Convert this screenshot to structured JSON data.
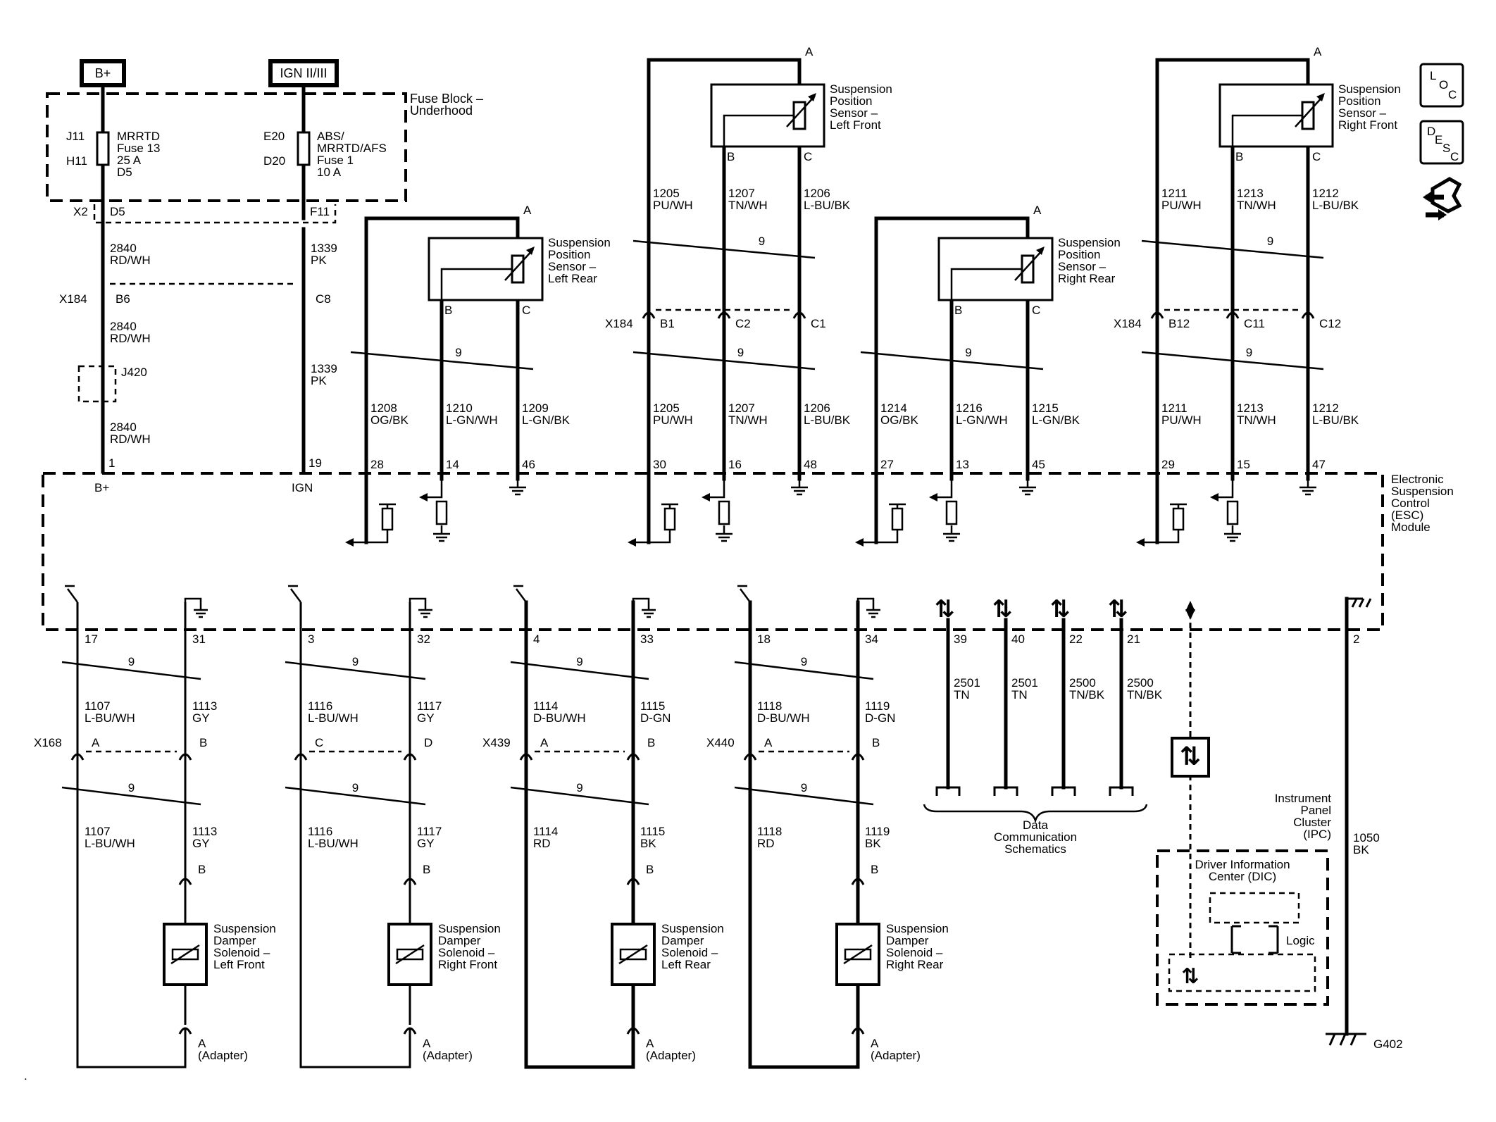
{
  "diagram": {
    "power": {
      "bplus_label": "B+",
      "ign_label": "IGN II/III",
      "fuse_block_label": [
        "Fuse Block –",
        "Underhood"
      ],
      "fuse1": {
        "pins": [
          "J11",
          "H11"
        ],
        "text": [
          "MRRTD",
          "Fuse 13",
          "25 A",
          "D5"
        ]
      },
      "fuse2": {
        "pins": [
          "E20",
          "D20"
        ],
        "text": [
          "ABS/",
          "MRRTD/AFS",
          "Fuse 1",
          "10 A"
        ]
      },
      "connector_x2": "X2",
      "x2_pins": [
        "D5",
        "F11"
      ],
      "circuit_2840": [
        "2840",
        "RD/WH"
      ],
      "circuit_1339": [
        "1339",
        "PK"
      ],
      "connector_x184": "X184",
      "x184_pins": [
        "B6",
        "C8"
      ],
      "splice": "J420",
      "esc_pins": [
        {
          "num": "1",
          "name": "B+"
        },
        {
          "num": "19",
          "name": "IGN"
        }
      ]
    },
    "sensors": [
      {
        "name": [
          "Suspension",
          "Position",
          "Sensor –",
          "Left Rear"
        ],
        "terminals": [
          "A",
          "B",
          "C"
        ],
        "twist": "9",
        "circuits": [
          [
            "1208",
            "OG/BK"
          ],
          [
            "1210",
            "L-GN/WH"
          ],
          [
            "1209",
            "L-GN/BK"
          ]
        ],
        "esc_pins": [
          "28",
          "14",
          "46"
        ]
      },
      {
        "name": [
          "Suspension",
          "Position",
          "Sensor –",
          "Left Front"
        ],
        "terminals": [
          "A",
          "B",
          "C"
        ],
        "twist": "9",
        "upper_circuits": [
          [
            "1205",
            "PU/WH"
          ],
          [
            "1207",
            "TN/WH"
          ],
          [
            "1206",
            "L-BU/BK"
          ]
        ],
        "connector": "X184",
        "connector_pins": [
          "B1",
          "C2",
          "C1"
        ],
        "circuits": [
          [
            "1205",
            "PU/WH"
          ],
          [
            "1207",
            "TN/WH"
          ],
          [
            "1206",
            "L-BU/BK"
          ]
        ],
        "esc_pins": [
          "30",
          "16",
          "48"
        ]
      },
      {
        "name": [
          "Suspension",
          "Position",
          "Sensor –",
          "Right Rear"
        ],
        "terminals": [
          "A",
          "B",
          "C"
        ],
        "twist": "9",
        "circuits": [
          [
            "1214",
            "OG/BK"
          ],
          [
            "1216",
            "L-GN/WH"
          ],
          [
            "1215",
            "L-GN/BK"
          ]
        ],
        "esc_pins": [
          "27",
          "13",
          "45"
        ]
      },
      {
        "name": [
          "Suspension",
          "Position",
          "Sensor –",
          "Right Front"
        ],
        "terminals": [
          "A",
          "B",
          "C"
        ],
        "twist": "9",
        "upper_circuits": [
          [
            "1211",
            "PU/WH"
          ],
          [
            "1213",
            "TN/WH"
          ],
          [
            "1212",
            "L-BU/BK"
          ]
        ],
        "connector": "X184",
        "connector_pins": [
          "B12",
          "C11",
          "C12"
        ],
        "circuits": [
          [
            "1211",
            "PU/WH"
          ],
          [
            "1213",
            "TN/WH"
          ],
          [
            "1212",
            "L-BU/BK"
          ]
        ],
        "esc_pins": [
          "29",
          "15",
          "47"
        ]
      }
    ],
    "esc_module_label": [
      "Electronic",
      "Suspension",
      "Control",
      "(ESC)",
      "Module"
    ],
    "dampers": [
      {
        "esc_pins": [
          "17",
          "31"
        ],
        "twist": "9",
        "circuits_upper": [
          [
            "1107",
            "L-BU/WH"
          ],
          [
            "1113",
            "GY"
          ]
        ],
        "connector": "X168",
        "connector_pins": [
          "A",
          "B"
        ],
        "circuits_lower": [
          [
            "1107",
            "L-BU/WH"
          ],
          [
            "1113",
            "GY"
          ]
        ],
        "terminals": [
          "B",
          "A"
        ],
        "adapter": "(Adapter)",
        "name": [
          "Suspension",
          "Damper",
          "Solenoid –",
          "Left Front"
        ]
      },
      {
        "esc_pins": [
          "3",
          "32"
        ],
        "twist": "9",
        "circuits_upper": [
          [
            "1116",
            "L-BU/WH"
          ],
          [
            "1117",
            "GY"
          ]
        ],
        "connector": "",
        "connector_pins": [
          "C",
          "D"
        ],
        "circuits_lower": [
          [
            "1116",
            "L-BU/WH"
          ],
          [
            "1117",
            "GY"
          ]
        ],
        "terminals": [
          "B",
          "A"
        ],
        "adapter": "(Adapter)",
        "name": [
          "Suspension",
          "Damper",
          "Solenoid –",
          "Right Front"
        ]
      },
      {
        "esc_pins": [
          "4",
          "33"
        ],
        "twist": "9",
        "circuits_upper": [
          [
            "1114",
            "D-BU/WH"
          ],
          [
            "1115",
            "D-GN"
          ]
        ],
        "connector": "X439",
        "connector_pins": [
          "A",
          "B"
        ],
        "circuits_lower": [
          [
            "1114",
            "RD"
          ],
          [
            "1115",
            "BK"
          ]
        ],
        "terminals": [
          "B",
          "A"
        ],
        "adapter": "(Adapter)",
        "name": [
          "Suspension",
          "Damper",
          "Solenoid –",
          "Left Rear"
        ]
      },
      {
        "esc_pins": [
          "18",
          "34"
        ],
        "twist": "9",
        "circuits_upper": [
          [
            "1118",
            "D-BU/WH"
          ],
          [
            "1119",
            "D-GN"
          ]
        ],
        "connector": "X440",
        "connector_pins": [
          "A",
          "B"
        ],
        "circuits_lower": [
          [
            "1118",
            "RD"
          ],
          [
            "1119",
            "BK"
          ]
        ],
        "terminals": [
          "B",
          "A"
        ],
        "adapter": "(Adapter)",
        "name": [
          "Suspension",
          "Damper",
          "Solenoid –",
          "Right Rear"
        ]
      }
    ],
    "data_comm": {
      "pins": [
        "39",
        "40",
        "22",
        "21"
      ],
      "circuits": [
        [
          "2501",
          "TN"
        ],
        [
          "2501",
          "TN"
        ],
        [
          "2500",
          "TN/BK"
        ],
        [
          "2500",
          "TN/BK"
        ]
      ],
      "label": [
        "Data",
        "Communication",
        "Schematics"
      ]
    },
    "ipc": {
      "label": [
        "Instrument",
        "Panel",
        "Cluster",
        "(IPC)"
      ],
      "dic": [
        "Driver Information",
        "Center (DIC)"
      ],
      "logic": "Logic"
    },
    "ground": {
      "pin": "2",
      "circuit": [
        "1050",
        "BK"
      ],
      "name": "G402"
    },
    "legend": {
      "loc": [
        "L",
        "O",
        "C"
      ],
      "desc": [
        "D",
        "E",
        "S",
        "C"
      ]
    }
  }
}
